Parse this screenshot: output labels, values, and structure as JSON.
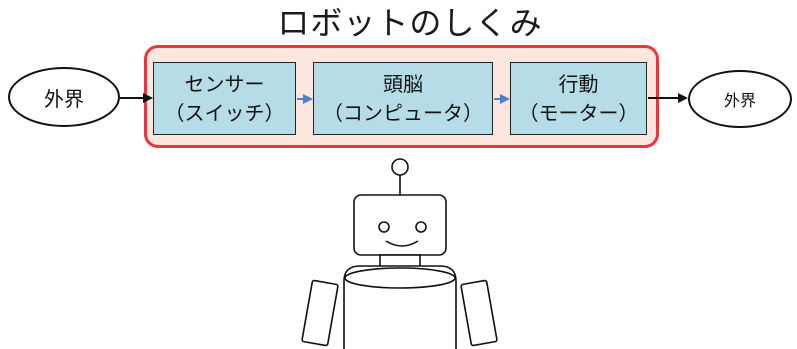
{
  "title": "ロボットのしくみ",
  "outer_world_left": "外界",
  "outer_world_right": "外界",
  "blocks": [
    {
      "label": "センサー",
      "sublabel": "（スイッチ）"
    },
    {
      "label": "頭脳",
      "sublabel": "（コンピュータ）"
    },
    {
      "label": "行動",
      "sublabel": "（モーター）"
    }
  ],
  "colors": {
    "frame_border": "#e8363c",
    "frame_fill": "#fbe7dd",
    "block_fill": "#b6dce7",
    "inner_arrow": "#4f7fc9",
    "line": "#111111"
  }
}
